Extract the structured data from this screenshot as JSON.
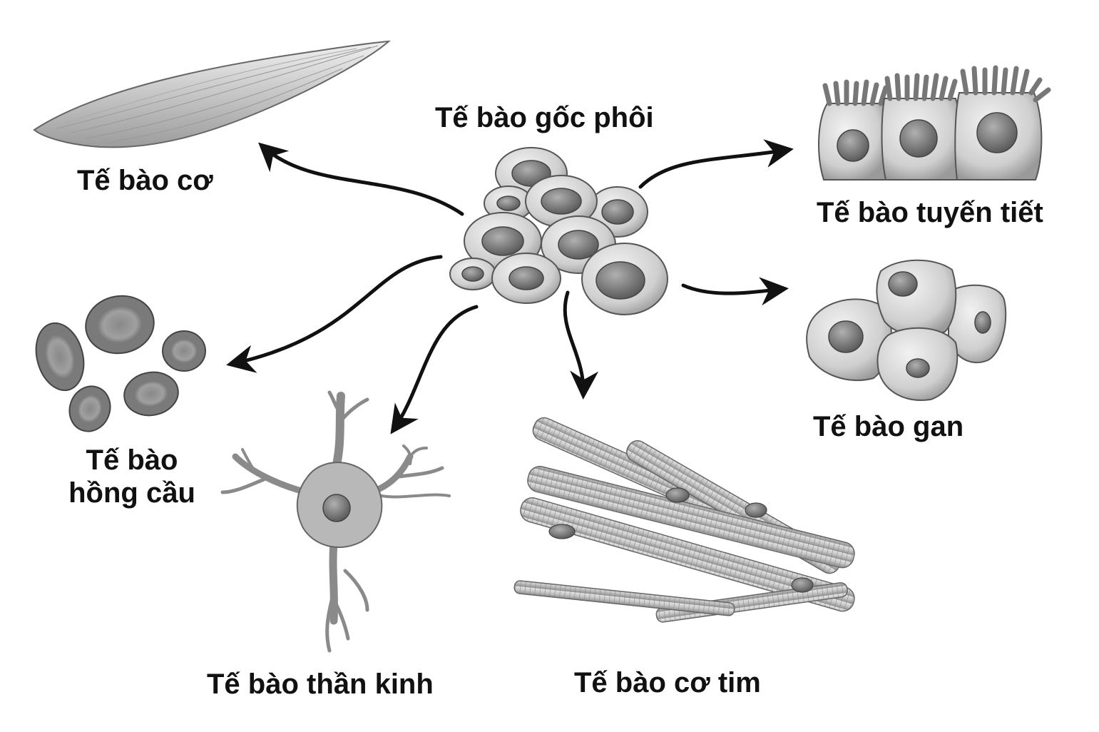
{
  "diagram": {
    "center": {
      "label": "Tế bào gốc phôi"
    },
    "targets": [
      {
        "id": "muscle",
        "label": "Tế bào cơ"
      },
      {
        "id": "gland",
        "label": "Tế bào tuyến tiết"
      },
      {
        "id": "liver",
        "label": "Tế bào gan"
      },
      {
        "id": "rbc",
        "label_line1": "Tế bào",
        "label_line2": "hồng cầu"
      },
      {
        "id": "neuron",
        "label": "Tế bào thần kinh"
      },
      {
        "id": "cardiac",
        "label": "Tế bào cơ tim"
      }
    ]
  }
}
